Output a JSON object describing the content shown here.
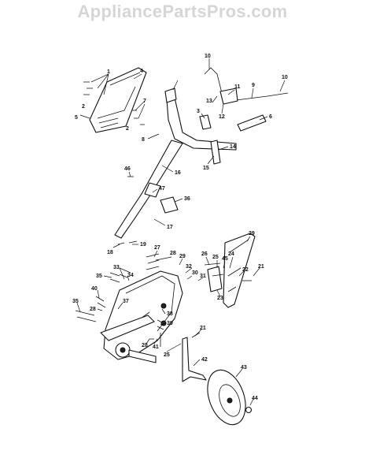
{
  "watermark": "AppliancePartsPros.com",
  "callouts": [
    {
      "id": "c1",
      "label": "1"
    },
    {
      "id": "c2a",
      "label": "2"
    },
    {
      "id": "c2b",
      "label": "2"
    },
    {
      "id": "c4",
      "label": "4"
    },
    {
      "id": "c5",
      "label": "5"
    },
    {
      "id": "c7",
      "label": "7"
    },
    {
      "id": "c8",
      "label": "8"
    },
    {
      "id": "c3",
      "label": "3"
    },
    {
      "id": "c6",
      "label": "6"
    },
    {
      "id": "c9",
      "label": "9"
    },
    {
      "id": "c10a",
      "label": "10"
    },
    {
      "id": "c10b",
      "label": "10"
    },
    {
      "id": "c11",
      "label": "11"
    },
    {
      "id": "c12",
      "label": "12"
    },
    {
      "id": "c13",
      "label": "13"
    },
    {
      "id": "c14",
      "label": "14"
    },
    {
      "id": "c15",
      "label": "15"
    },
    {
      "id": "c16",
      "label": "16"
    },
    {
      "id": "c46",
      "label": "46"
    },
    {
      "id": "c47",
      "label": "47"
    },
    {
      "id": "c36",
      "label": "36"
    },
    {
      "id": "c17",
      "label": "17"
    },
    {
      "id": "c18",
      "label": "18"
    },
    {
      "id": "c19",
      "label": "19"
    },
    {
      "id": "c27",
      "label": "27"
    },
    {
      "id": "c28a",
      "label": "28"
    },
    {
      "id": "c29a",
      "label": "29"
    },
    {
      "id": "c26",
      "label": "26"
    },
    {
      "id": "c25a",
      "label": "25"
    },
    {
      "id": "c45",
      "label": "45"
    },
    {
      "id": "c24",
      "label": "24"
    },
    {
      "id": "c29b",
      "label": "29"
    },
    {
      "id": "c33",
      "label": "33"
    },
    {
      "id": "c35a",
      "label": "35"
    },
    {
      "id": "c34",
      "label": "34"
    },
    {
      "id": "c32",
      "label": "32"
    },
    {
      "id": "c30",
      "label": "30"
    },
    {
      "id": "c31",
      "label": "31"
    },
    {
      "id": "c22",
      "label": "22"
    },
    {
      "id": "c21a",
      "label": "21"
    },
    {
      "id": "c23",
      "label": "23"
    },
    {
      "id": "c40",
      "label": "40"
    },
    {
      "id": "c37",
      "label": "37"
    },
    {
      "id": "c35b",
      "label": "35"
    },
    {
      "id": "c28b",
      "label": "28"
    },
    {
      "id": "c38",
      "label": "38"
    },
    {
      "id": "c39",
      "label": "39"
    },
    {
      "id": "c28c",
      "label": "28"
    },
    {
      "id": "c41",
      "label": "41"
    },
    {
      "id": "c25b",
      "label": "25"
    },
    {
      "id": "c21b",
      "label": "21"
    },
    {
      "id": "c42",
      "label": "42"
    },
    {
      "id": "c43",
      "label": "43"
    },
    {
      "id": "c44",
      "label": "44"
    }
  ]
}
